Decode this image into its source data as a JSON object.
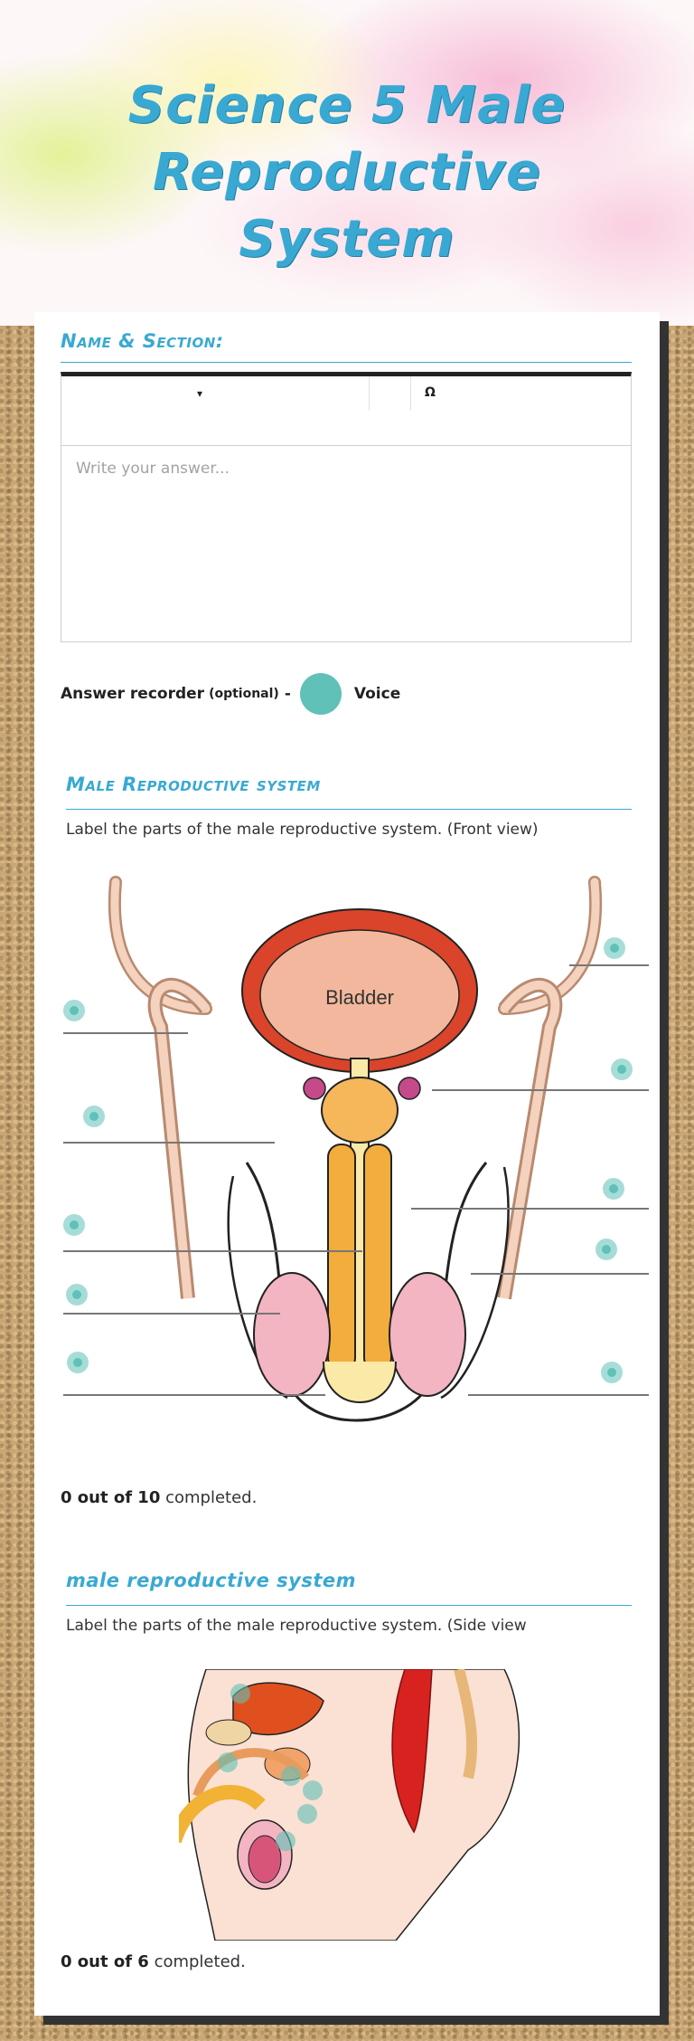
{
  "header": {
    "title": "Science 5 Male Reproductive System"
  },
  "name_section": {
    "heading": "Name & Section:",
    "toolbar": {
      "dropdown_arrow": "▾",
      "omega": "Ω"
    },
    "answer_placeholder": "Write your answer..."
  },
  "recorder": {
    "label": "Answer recorder",
    "optional": "(optional)",
    "dash": "-",
    "voice_label": "Voice"
  },
  "question1": {
    "heading": "Male Reproductive system",
    "instruction": "Label the parts of the male reproductive system. (Front view)",
    "diagram_label": "Bladder",
    "completed_count": "0 out of 10",
    "completed_suffix": " completed."
  },
  "question2": {
    "heading": "male reproductive system",
    "instruction": "Label the parts of the male reproductive system. (Side view",
    "completed_count": "0 out of 6",
    "completed_suffix": " completed."
  },
  "colors": {
    "accent": "#39a9d3",
    "hotspot": "#5fc1b8",
    "cork": "#c9a673"
  }
}
